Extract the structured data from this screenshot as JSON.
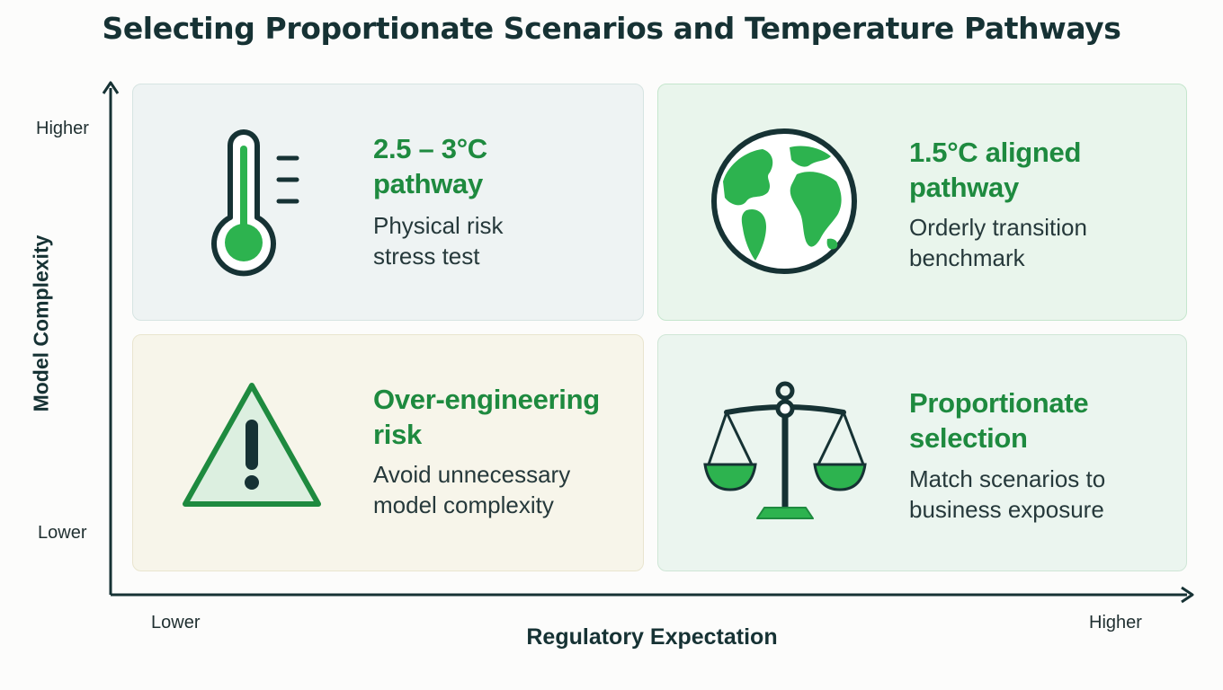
{
  "title": "Selecting Proportionate Scenarios and Temperature Pathways",
  "axes": {
    "x_title": "Regulatory Expectation",
    "y_title": "Model Complexity",
    "x_low": "Lower",
    "x_high": "Higher",
    "y_low": "Lower",
    "y_high": "Higher"
  },
  "quadrants": {
    "top_left": {
      "heading_line1": "2.5 – 3°C",
      "heading_line2": "pathway",
      "sub_line1": "Physical risk",
      "sub_line2": "stress test",
      "icon": "thermometer-icon"
    },
    "top_right": {
      "heading_line1": "1.5°C aligned",
      "heading_line2": "pathway",
      "sub_line1": "Orderly transition",
      "sub_line2": "benchmark",
      "icon": "globe-icon"
    },
    "bottom_left": {
      "heading_line1": "Over-engineering",
      "heading_line2": "risk",
      "sub_line1": "Avoid unnecessary",
      "sub_line2": "model complexity",
      "icon": "warning-icon"
    },
    "bottom_right": {
      "heading_line1": "Proportionate",
      "heading_line2": "selection",
      "sub_line1": "Match scenarios to",
      "sub_line2": "business exposure",
      "icon": "scales-icon"
    }
  },
  "colors": {
    "accent_green": "#1e8a3f",
    "icon_green": "#2db34f",
    "dark": "#163234"
  }
}
